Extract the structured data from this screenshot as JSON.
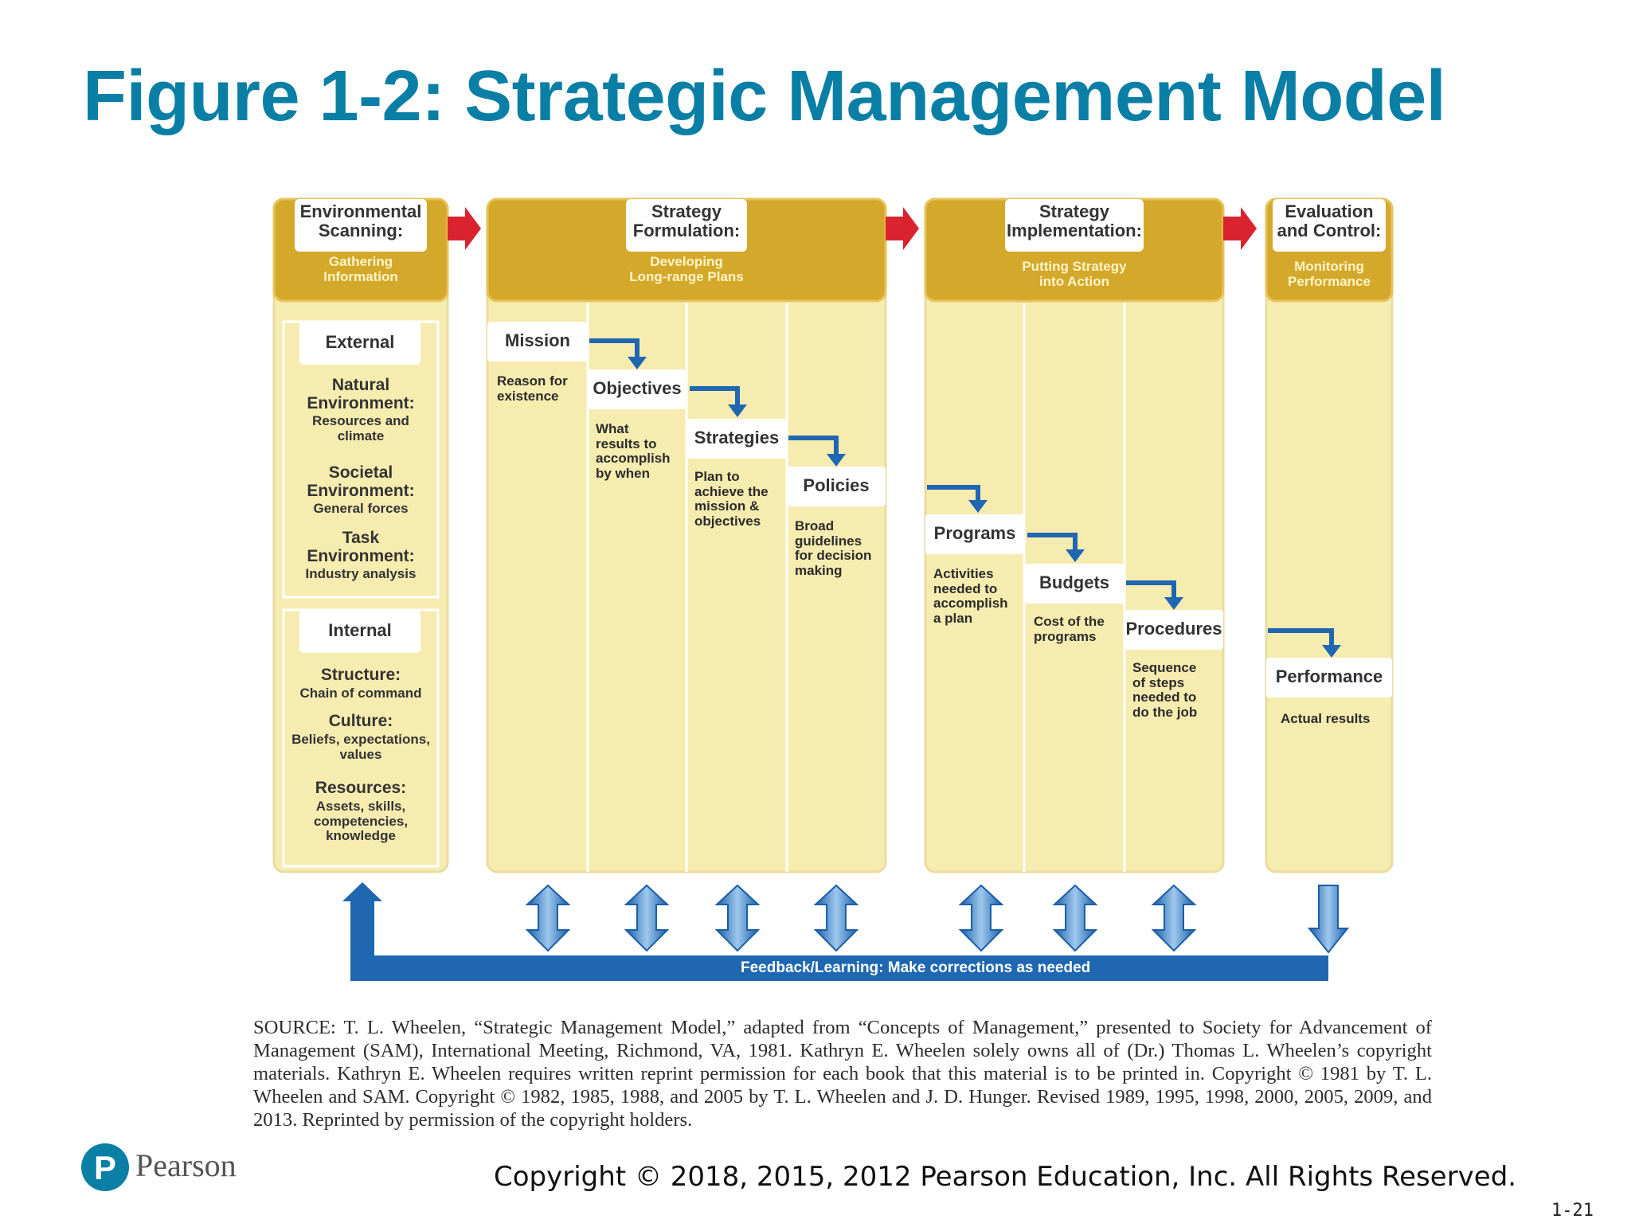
{
  "title": "Figure 1-2: Strategic Management Model",
  "colors": {
    "title": "#0a7fa6",
    "gold": "#d4a82a",
    "panel": "#f7ecb0",
    "arrow_red": "#d9232e",
    "arrow_blue": "#1f67b1"
  },
  "stages": [
    {
      "head": "Environmental\nScanning:",
      "sub": "Gathering\nInformation"
    },
    {
      "head": "Strategy\nFormulation:",
      "sub": "Developing\nLong-range Plans"
    },
    {
      "head": "Strategy\nImplementation:",
      "sub": "Putting Strategy\ninto Action"
    },
    {
      "head": "Evaluation\nand Control:",
      "sub": "Monitoring\nPerformance"
    }
  ],
  "environment": {
    "external": {
      "label": "External",
      "items": [
        {
          "name": "Natural\nEnvironment:",
          "desc": "Resources and\nclimate"
        },
        {
          "name": "Societal\nEnvironment:",
          "desc": "General forces"
        },
        {
          "name": "Task\nEnvironment:",
          "desc": "Industry analysis"
        }
      ]
    },
    "internal": {
      "label": "Internal",
      "items": [
        {
          "name": "Structure:",
          "desc": "Chain of command"
        },
        {
          "name": "Culture:",
          "desc": "Beliefs, expectations,\nvalues"
        },
        {
          "name": "Resources:",
          "desc": "Assets, skills,\ncompetencies,\nknowledge"
        }
      ]
    }
  },
  "steps": [
    {
      "label": "Mission",
      "desc": "Reason for\nexistence"
    },
    {
      "label": "Objectives",
      "desc": "What\nresults to\naccomplish\nby when"
    },
    {
      "label": "Strategies",
      "desc": "Plan to\nachieve the\nmission &\nobjectives"
    },
    {
      "label": "Policies",
      "desc": "Broad\nguidelines\nfor decision\nmaking"
    },
    {
      "label": "Programs",
      "desc": "Activities\nneeded to\naccomplish\na plan"
    },
    {
      "label": "Budgets",
      "desc": "Cost of the\nprograms"
    },
    {
      "label": "Procedures",
      "desc": "Sequence\nof steps\nneeded to\ndo the job"
    },
    {
      "label": "Performance",
      "desc": "Actual results"
    }
  ],
  "feedback": "Feedback/Learning: Make corrections as needed",
  "source": "SOURCE: T. L. Wheelen, “Strategic Management Model,” adapted from “Concepts of Management,” presented to Society for Advancement of Management (SAM), International Meeting, Richmond, VA, 1981. Kathryn E. Wheelen solely owns all of (Dr.) Thomas L. Wheelen’s copyright materials. Kathryn E. Wheelen requires written reprint permission for each book that this material is to be printed in. Copyright © 1981 by T. L. Wheelen and SAM. Copyright © 1982, 1985, 1988, and 2005 by T. L. Wheelen and J. D. Hunger. Revised 1989, 1995, 1998, 2000, 2005, 2009, and 2013. Reprinted by permission of the copyright holders.",
  "logo_text": "Pearson",
  "copyright": "Copyright © 2018, 2015, 2012 Pearson Education, Inc. All Rights Reserved.",
  "slide_number": "1-21"
}
